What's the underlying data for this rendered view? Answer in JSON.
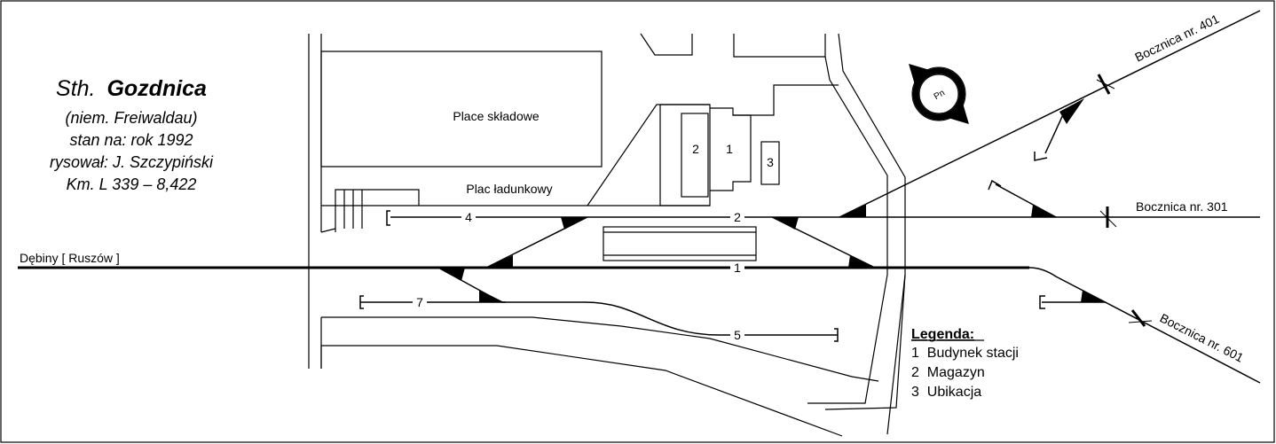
{
  "title": {
    "prefix": "Sth.",
    "name": "Gozdnica",
    "german": "(niem. Freiwaldau)",
    "state": "stan na: rok 1992",
    "author": "rysował: J. Szczypiński",
    "km": "Km. L 339 – 8,422"
  },
  "areas": {
    "storage": "Place składowe",
    "loading": "Plac ładunkowy"
  },
  "buildings": {
    "b1": "1",
    "b2": "2",
    "b3": "3"
  },
  "tracks": {
    "t1": "1",
    "t2": "2",
    "t4": "4",
    "t5": "5",
    "t7": "7"
  },
  "directions": {
    "west": "Dębiny [ Ruszów ]",
    "siding401": "Bocznica nr. 401",
    "siding301": "Bocznica nr. 301",
    "siding601": "Bocznica nr. 601"
  },
  "compass": {
    "label": "Pn"
  },
  "legend": {
    "title": "Legenda:",
    "items": [
      "1  Budynek stacji",
      "2  Magazyn",
      "3  Ubikacja"
    ]
  }
}
